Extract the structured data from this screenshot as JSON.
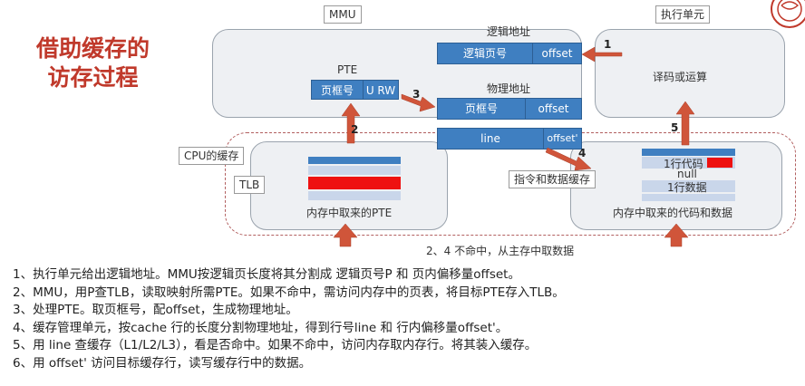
{
  "title": [
    "借助缓存的",
    "访存过程"
  ],
  "labels": {
    "mmu": "MMU",
    "exec_unit": "执行单元",
    "logical_addr": "逻辑地址",
    "physical_addr": "物理地址",
    "pte": "PTE",
    "cpu_cache": "CPU的缓存",
    "tlb": "TLB",
    "icache": "指令和数据缓存",
    "decode": "译码或运算",
    "tlb_caption": "内存中取来的PTE",
    "cache_caption": "内存中取来的代码和数据",
    "miss_note": "2、4   不命中，从主存中取数据"
  },
  "boxes": {
    "logical_page": "逻辑页号",
    "offset": "offset",
    "pte_frame": "页框号",
    "pte_flags": "U RW",
    "phys_frame": "页框号",
    "phys_offset": "offset",
    "line": "line",
    "line_offset": "offset'",
    "cache_line_code": "1行代码",
    "cache_null": "null",
    "cache_line_data": "1行数据"
  },
  "arrow_labels": [
    "1",
    "2",
    "3",
    "4",
    "5"
  ],
  "steps": [
    "1、执行单元给出逻辑地址。MMU按逻辑页长度将其分割成 逻辑页号P 和 页内偏移量offset。",
    "2、MMU，用P查TLB，读取映射所需PTE。如果不命中，需访问内存中的页表，将目标PTE存入TLB。",
    "3、处理PTE。取页框号，配offset，生成物理地址。",
    "4、缓存管理单元，按cache 行的长度分割物理地址，得到行号line 和 行内偏移量offset'。",
    "5、用 line 查缓存（L1/L2/L3），看是否命中。如果不命中，访问内存取内存行。将其装入缓存。",
    "6、用 offset' 访问目标缓存行，读写缓存行中的数据。"
  ],
  "colors": {
    "title": "#c0392b",
    "box_blue": "#3f7fc1",
    "arrow": "#d0553a",
    "highlight_red": "#ee1111",
    "dashed_border": "#b26060",
    "panel": "#eef0f3"
  }
}
